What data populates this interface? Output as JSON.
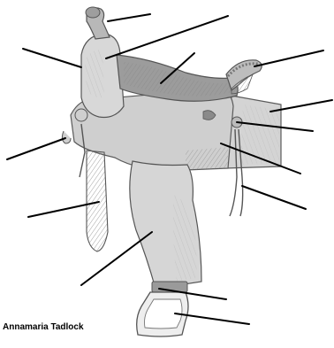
{
  "artist_credit": "Annamaria Tadlock",
  "colors": {
    "background": "#ffffff",
    "pencil_outline": "#555555",
    "shading_dark": "#6f6f6f",
    "shading_mid": "#a9a9a9",
    "shading_light": "#d9d9d9",
    "leader_line": "#000000"
  },
  "label_leaders": [
    {
      "id": "horn",
      "label": ""
    },
    {
      "id": "pommel",
      "label": ""
    },
    {
      "id": "fork",
      "label": ""
    },
    {
      "id": "seat",
      "label": ""
    },
    {
      "id": "cantle",
      "label": ""
    },
    {
      "id": "skirt",
      "label": ""
    },
    {
      "id": "front-jockey",
      "label": ""
    },
    {
      "id": "latigo",
      "label": ""
    },
    {
      "id": "rear-jockey",
      "label": ""
    },
    {
      "id": "flank-cinch",
      "label": ""
    },
    {
      "id": "breast-collar-strap",
      "label": ""
    },
    {
      "id": "fender",
      "label": ""
    },
    {
      "id": "stirrup-leather-keeper",
      "label": ""
    },
    {
      "id": "stirrup",
      "label": ""
    }
  ]
}
